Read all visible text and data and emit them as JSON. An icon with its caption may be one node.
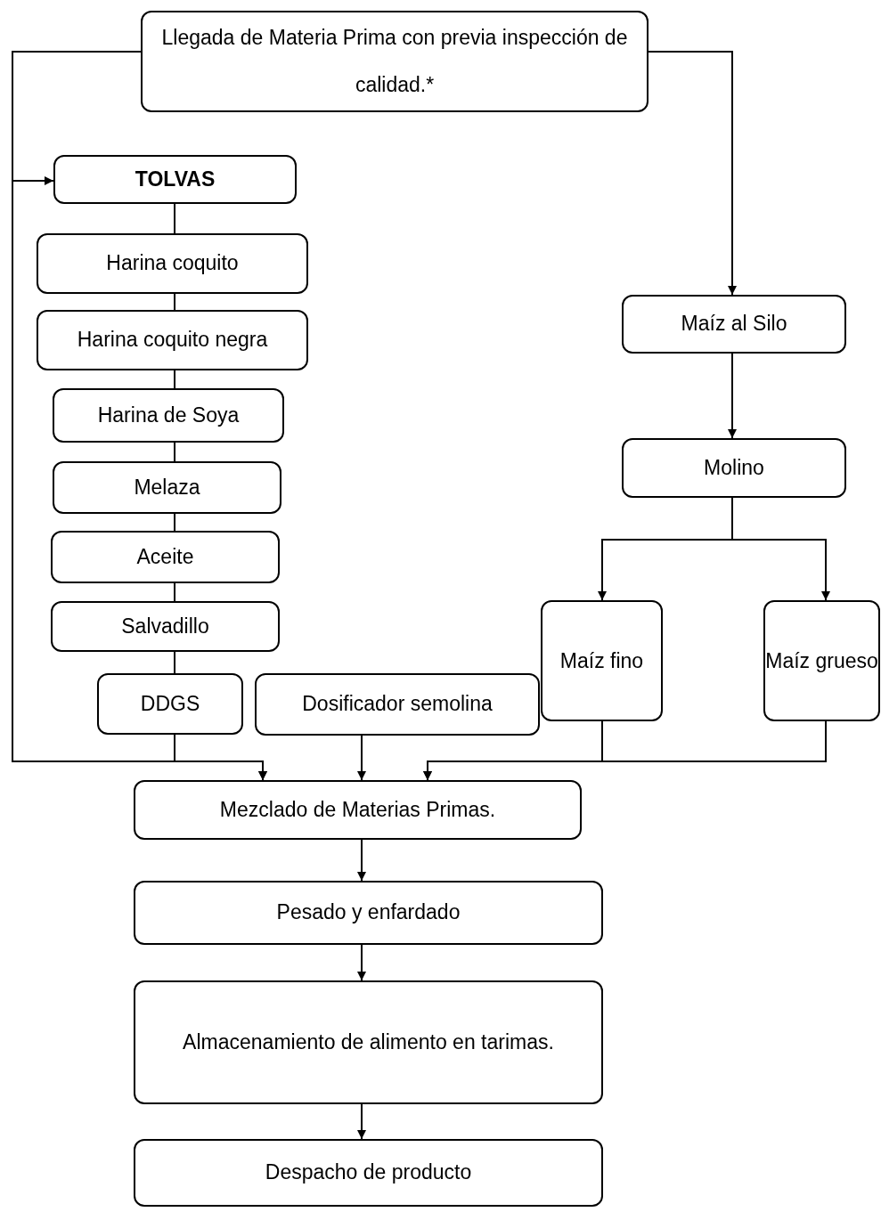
{
  "diagram": {
    "nodes": [
      {
        "text": [
          "Llegada de Materia Prima con  previa inspección de calidad.*"
        ]
      },
      {
        "text": [
          "TOLVAS"
        ]
      },
      {
        "text": [
          "Harina coquito"
        ]
      },
      {
        "text": [
          "Harina coquito negra"
        ]
      },
      {
        "text": [
          "Harina de Soya"
        ]
      },
      {
        "text": [
          "Melaza"
        ]
      },
      {
        "text": [
          "Aceite"
        ]
      },
      {
        "text": [
          "Salvadillo"
        ]
      },
      {
        "text": [
          "DDGS"
        ]
      },
      {
        "text": [
          "Dosificador  semolina"
        ]
      },
      {
        "text": [
          "Maíz al Silo"
        ]
      },
      {
        "text": [
          "Molino"
        ]
      },
      {
        "text": [
          "Maíz fino"
        ]
      },
      {
        "text": [
          "Maíz grueso"
        ]
      },
      {
        "text": [
          "Mezclado de Materias Primas."
        ]
      },
      {
        "text": [
          "Pesado y enfardado"
        ]
      },
      {
        "text": [
          "Almacenamiento de alimento en tarimas."
        ]
      },
      {
        "text": [
          "Despacho de producto"
        ]
      }
    ],
    "edges": [
      {
        "from": 0,
        "to": 1,
        "arrow": "to"
      },
      {
        "from": 0,
        "to": 14,
        "arrow": "to"
      },
      {
        "from": 0,
        "to": 10,
        "arrow": "to"
      },
      {
        "from": 1,
        "to": 2,
        "arrow": "none"
      },
      {
        "from": 2,
        "to": 3,
        "arrow": "none"
      },
      {
        "from": 3,
        "to": 4,
        "arrow": "none"
      },
      {
        "from": 4,
        "to": 5,
        "arrow": "none"
      },
      {
        "from": 5,
        "to": 6,
        "arrow": "none"
      },
      {
        "from": 6,
        "to": 7,
        "arrow": "none"
      },
      {
        "from": 7,
        "to": 8,
        "arrow": "none"
      },
      {
        "from": 8,
        "to": 14,
        "arrow": "to"
      },
      {
        "from": 9,
        "to": 14,
        "arrow": "to"
      },
      {
        "from": 10,
        "to": 11,
        "arrow": "to"
      },
      {
        "from": 11,
        "to": 12,
        "arrow": "to"
      },
      {
        "from": 11,
        "to": 13,
        "arrow": "to"
      },
      {
        "from": 12,
        "to": 14,
        "arrow": "to"
      },
      {
        "from": 13,
        "to": 14,
        "arrow": "to"
      },
      {
        "from": 14,
        "to": 15,
        "arrow": "to"
      },
      {
        "from": 15,
        "to": 16,
        "arrow": "to"
      },
      {
        "from": 16,
        "to": 17,
        "arrow": "to"
      }
    ]
  }
}
